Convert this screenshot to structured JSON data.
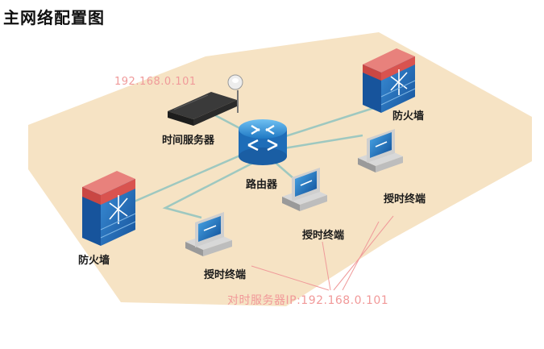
{
  "title": "主网络配置图",
  "labels": {
    "time_server_ip": "192.168.0.101",
    "time_server": "时间服务器",
    "router": "路由器",
    "firewall_left": "防火墙",
    "firewall_right": "防火墙",
    "terminal_front": "授时终端",
    "terminal_middle": "授时终端",
    "terminal_right": "授时终端",
    "sync_server_ip": "对时服务器IP:192.168.0.101"
  },
  "colors": {
    "floor": "#f6e3c4",
    "link": "#9ec8c0",
    "router": "#2f8fd6",
    "firewall_brick": "#d9534f",
    "firewall_body": "#1e6fb8",
    "annotation": "#f09a9a"
  }
}
